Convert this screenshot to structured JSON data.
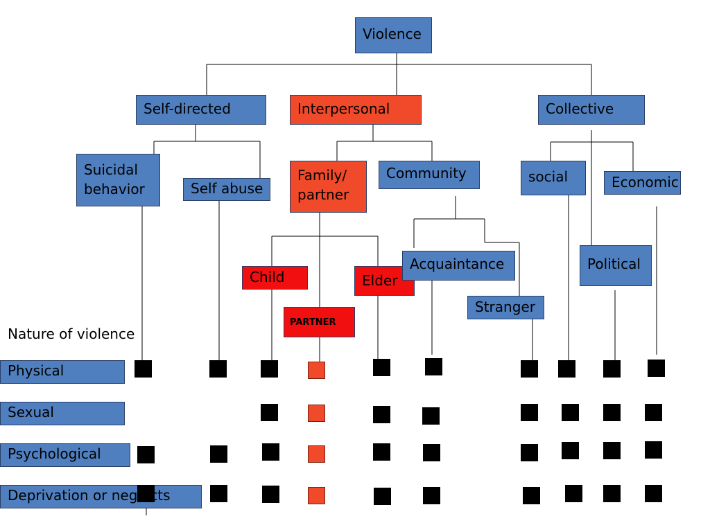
{
  "nodes": {
    "violence": "Violence",
    "self_directed": "Self-directed",
    "interpersonal": "Interpersonal",
    "collective": "Collective",
    "suicidal_behavior": "Suicidal behavior",
    "self_abuse": "Self abuse",
    "family_partner": "Family/ partner",
    "community": "Community",
    "social": "social",
    "economic": "Economic",
    "child": "Child",
    "elder": "Elder",
    "partner": "PARTNER",
    "acquaintance": "Acquaintance",
    "stranger": "Stranger",
    "political": "Political"
  },
  "nature_heading": "Nature of violence",
  "rows": [
    "Physical",
    "Sexual",
    "Psychological",
    "Deprivation or neglects"
  ],
  "colors": {
    "blue_box": "#4f7fbf",
    "interpersonal_branch": "#f04a2a",
    "child_elder_partner": "#f20f0f",
    "marker": "#000000",
    "partner_marker": "#f04a2a"
  }
}
